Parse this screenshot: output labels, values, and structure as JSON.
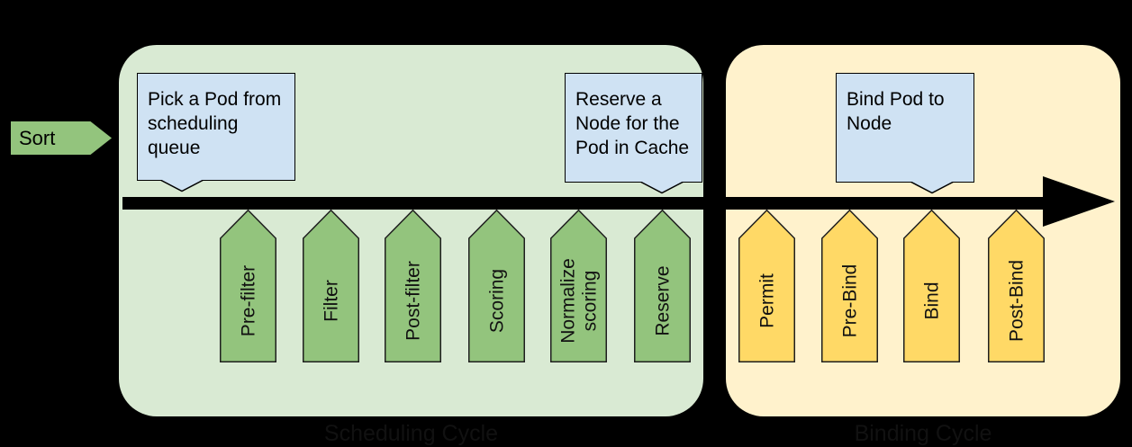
{
  "sort": {
    "label": "Sort"
  },
  "scheduling": {
    "title": "Scheduling Cycle",
    "stages": [
      "Pre-filter",
      "Filter",
      "Post-filter",
      "Scoring",
      "Normalize scoring",
      "Reserve"
    ]
  },
  "binding": {
    "title": "Binding Cycle",
    "stages": [
      "Permit",
      "Pre-Bind",
      "Bind",
      "Post-Bind"
    ]
  },
  "callouts": {
    "pick_pod": "Pick a Pod from scheduling queue",
    "reserve_node": "Reserve a Node for the Pod in Cache",
    "bind_pod": "Bind Pod to Node"
  },
  "colors": {
    "green-bg": "#d9ead3",
    "green-shape": "#93c47d",
    "yellow-bg": "#fff2cc",
    "yellow-shape": "#ffd966",
    "blue": "#cfe2f3",
    "line": "#000000"
  }
}
